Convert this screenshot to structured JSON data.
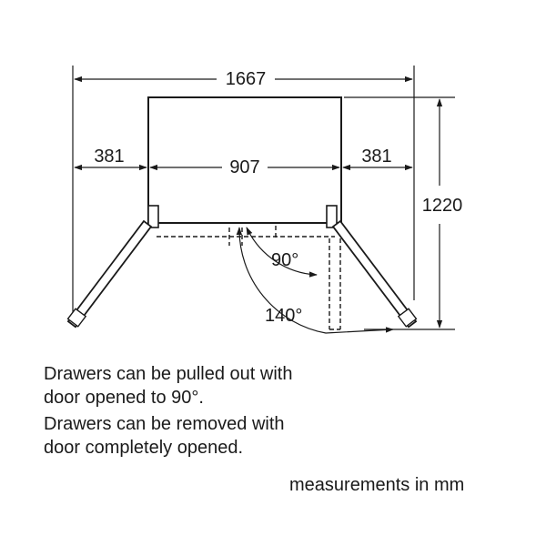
{
  "dimensions": {
    "total_width": "1667",
    "left_clearance": "381",
    "body_width": "907",
    "right_clearance": "381",
    "depth": "1220"
  },
  "angles": {
    "door_90": "90°",
    "door_140": "140°"
  },
  "notes": {
    "drawers_pulled_line1": "Drawers can be pulled out with",
    "drawers_pulled_line2": "door opened to 90°.",
    "drawers_removed_line1": "Drawers can be removed with",
    "drawers_removed_line2": "door completely opened."
  },
  "units_note": "measurements in mm"
}
